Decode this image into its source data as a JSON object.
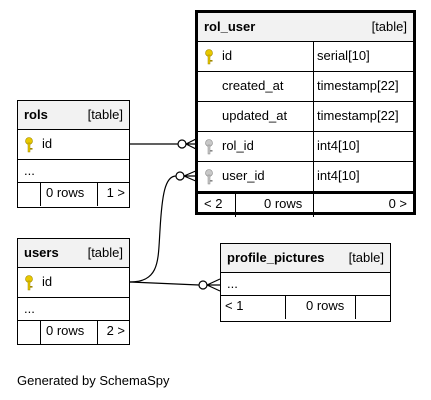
{
  "rol_user": {
    "name": "rol_user",
    "tag": "[table]",
    "rows": [
      {
        "name": "id",
        "type": "serial[10]",
        "key": "primary"
      },
      {
        "name": "created_at",
        "type": "timestamp[22]",
        "key": "none"
      },
      {
        "name": "updated_at",
        "type": "timestamp[22]",
        "key": "none"
      },
      {
        "name": "rol_id",
        "type": "int4[10]",
        "key": "foreign"
      },
      {
        "name": "user_id",
        "type": "int4[10]",
        "key": "foreign"
      }
    ],
    "footer": {
      "parents": "< 2",
      "rows": "0 rows",
      "children": "0 >"
    }
  },
  "rols": {
    "name": "rols",
    "tag": "[table]",
    "rows": [
      {
        "name": "id",
        "key": "primary"
      }
    ],
    "ellipsis": "...",
    "footer": {
      "rows": "0 rows",
      "children": "1 >"
    }
  },
  "users": {
    "name": "users",
    "tag": "[table]",
    "rows": [
      {
        "name": "id",
        "key": "primary"
      }
    ],
    "ellipsis": "...",
    "footer": {
      "rows": "0 rows",
      "children": "2 >"
    }
  },
  "profile_pictures": {
    "name": "profile_pictures",
    "tag": "[table]",
    "ellipsis": "...",
    "footer": {
      "parents": "< 1",
      "rows": "0 rows",
      "children": ""
    }
  },
  "footer_text": "Generated by SchemaSpy",
  "colors": {
    "primary_key": "#e8c800",
    "foreign_key": "#b0b0b0",
    "header_bg": "#f2f2f2"
  }
}
